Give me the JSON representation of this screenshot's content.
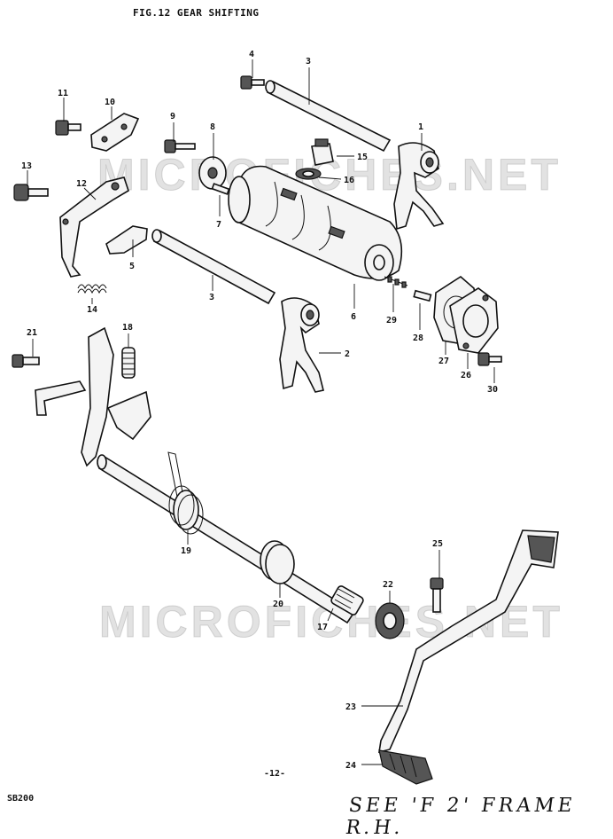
{
  "header": {
    "title": "FIG.12  GEAR SHIFTING"
  },
  "watermark": {
    "text": "MICROFICHES.NET"
  },
  "footer": {
    "model": "SB200",
    "page": "-12-",
    "handwritten_note": "SEE 'F 2' FRAME R.H."
  },
  "callouts": [
    {
      "id": "1",
      "label": "1"
    },
    {
      "id": "2",
      "label": "2"
    },
    {
      "id": "3a",
      "label": "3"
    },
    {
      "id": "3b",
      "label": "3"
    },
    {
      "id": "4",
      "label": "4"
    },
    {
      "id": "5",
      "label": "5"
    },
    {
      "id": "6",
      "label": "6"
    },
    {
      "id": "7",
      "label": "7"
    },
    {
      "id": "8",
      "label": "8"
    },
    {
      "id": "9",
      "label": "9"
    },
    {
      "id": "10",
      "label": "10"
    },
    {
      "id": "11",
      "label": "11"
    },
    {
      "id": "12",
      "label": "12"
    },
    {
      "id": "13",
      "label": "13"
    },
    {
      "id": "14",
      "label": "14"
    },
    {
      "id": "15",
      "label": "15"
    },
    {
      "id": "16",
      "label": "16"
    },
    {
      "id": "17",
      "label": "17"
    },
    {
      "id": "18",
      "label": "18"
    },
    {
      "id": "19",
      "label": "19"
    },
    {
      "id": "20",
      "label": "20"
    },
    {
      "id": "21",
      "label": "21"
    },
    {
      "id": "22",
      "label": "22"
    },
    {
      "id": "23",
      "label": "23"
    },
    {
      "id": "24",
      "label": "24"
    },
    {
      "id": "25",
      "label": "25"
    },
    {
      "id": "26",
      "label": "26"
    },
    {
      "id": "27",
      "label": "27"
    },
    {
      "id": "28",
      "label": "28"
    },
    {
      "id": "29",
      "label": "29"
    },
    {
      "id": "30",
      "label": "30"
    }
  ]
}
